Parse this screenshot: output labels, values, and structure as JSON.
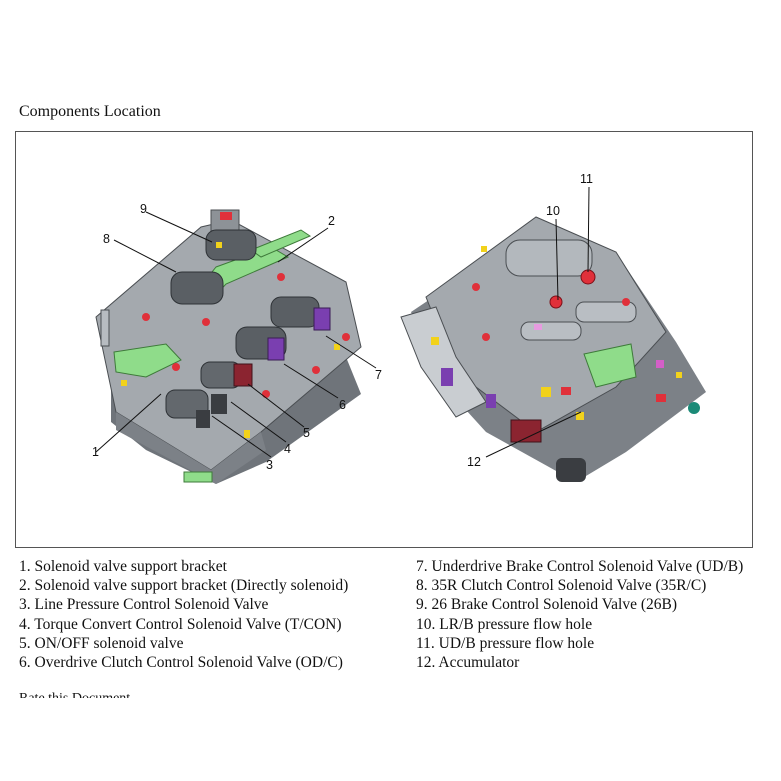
{
  "heading": "Components Location",
  "callouts": [
    "1",
    "2",
    "3",
    "4",
    "5",
    "6",
    "7",
    "8",
    "9",
    "10",
    "11",
    "12"
  ],
  "legend_left": [
    "1. Solenoid valve support bracket",
    "2. Solenoid valve support bracket (Directly solenoid)",
    "3. Line Pressure Control Solenoid Valve",
    "4. Torque Convert Control Solenoid Valve (T/CON)",
    "5. ON/OFF solenoid valve",
    "6. Overdrive Clutch Control Solenoid Valve (OD/C)"
  ],
  "legend_right": [
    "7. Underdrive Brake Control Solenoid Valve (UD/B)",
    "8. 35R Clutch Control Solenoid Valve (35R/C)",
    "9. 26 Brake Control Solenoid Valve (26B)",
    "10. LR/B pressure flow hole",
    "11. UD/B pressure flow hole",
    "12. Accumulator"
  ],
  "cut_text": "Rate this Document",
  "colors": {
    "body_gray": "#9ea3a8",
    "bracket_green": "#8fdc8a",
    "plug_red": "#e0303a",
    "connector_purple": "#7a3fb0",
    "accent_yellow": "#f2d21b"
  }
}
